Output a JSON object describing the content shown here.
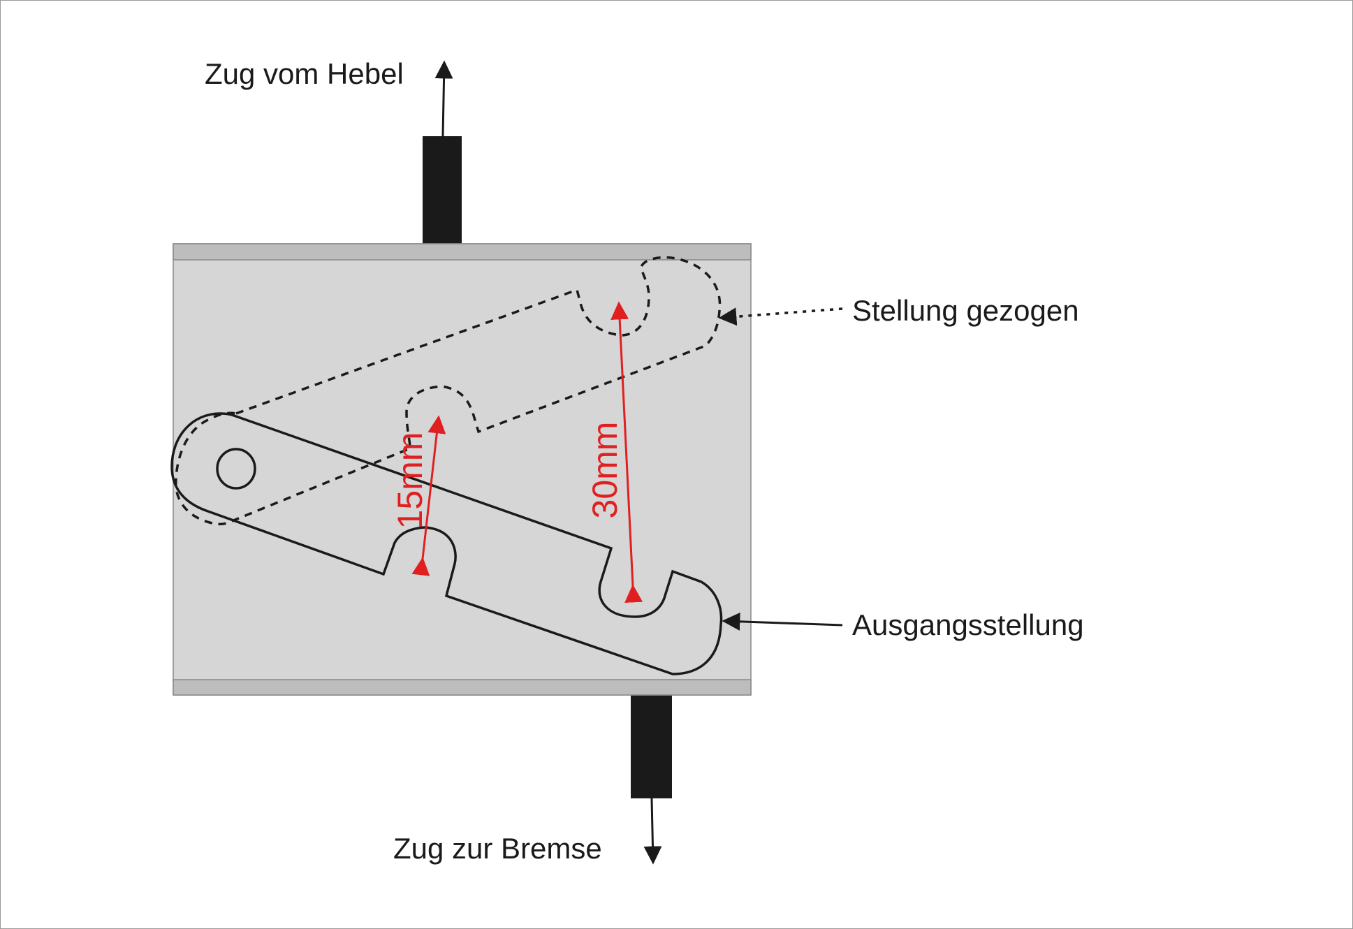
{
  "labels": {
    "pull_from_lever": "Zug vom Hebel",
    "pulled_position": "Stellung gezogen",
    "initial_position": "Ausgangsstellung",
    "pull_to_brake": "Zug zur Bremse"
  },
  "dimensions": {
    "short_travel": "15mm",
    "long_travel": "30mm"
  },
  "colors": {
    "dimension": "#e02020",
    "housing": "#d6d6d6",
    "rail": "#bdbdbd",
    "rod": "#1a1a1a"
  }
}
